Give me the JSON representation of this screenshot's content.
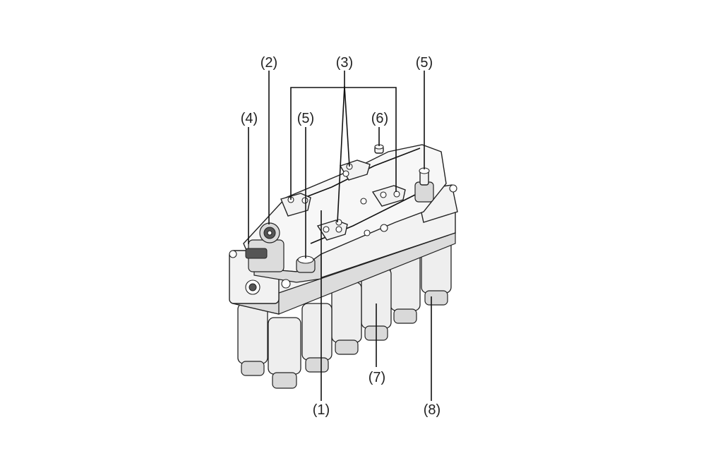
{
  "callouts": [
    {
      "id": "1",
      "label": "(1)"
    },
    {
      "id": "2",
      "label": "(2)"
    },
    {
      "id": "3",
      "label": "(3)"
    },
    {
      "id": "4",
      "label": "(4)"
    },
    {
      "id": "5a",
      "label": "(5)"
    },
    {
      "id": "5b",
      "label": "(5)"
    },
    {
      "id": "6",
      "label": "(6)"
    },
    {
      "id": "7",
      "label": "(7)"
    },
    {
      "id": "8",
      "label": "(8)"
    }
  ]
}
